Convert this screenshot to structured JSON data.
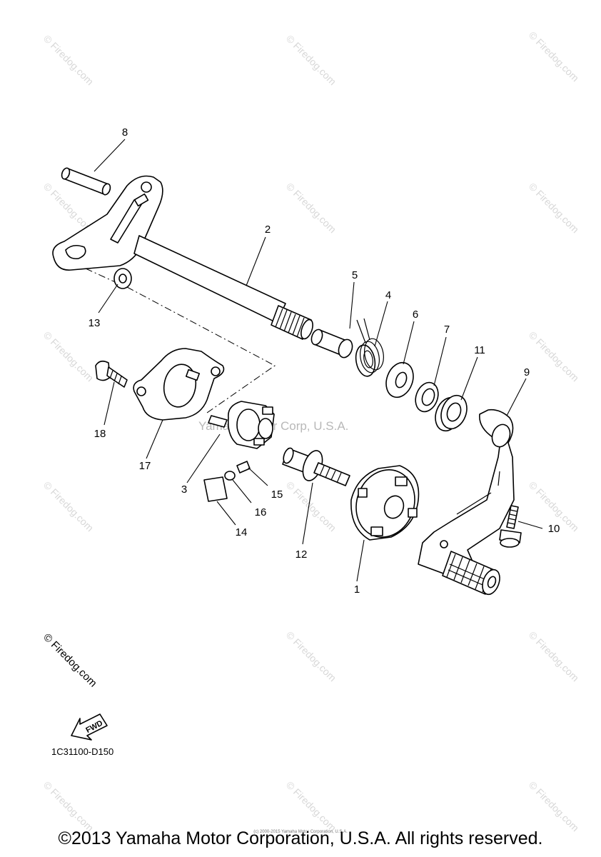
{
  "watermarks": {
    "site": "© Firedog.com",
    "corner": "© Firedog.com",
    "center": "Yamaha Motor Corp, U.S.A.",
    "credit": "(c) 2000-2015 Yamaha Motor Corporation, U.S.A."
  },
  "callouts": [
    {
      "id": "1",
      "label": "1"
    },
    {
      "id": "2",
      "label": "2"
    },
    {
      "id": "3",
      "label": "3"
    },
    {
      "id": "4",
      "label": "4"
    },
    {
      "id": "5",
      "label": "5"
    },
    {
      "id": "6",
      "label": "6"
    },
    {
      "id": "7",
      "label": "7"
    },
    {
      "id": "8",
      "label": "8"
    },
    {
      "id": "9",
      "label": "9"
    },
    {
      "id": "10",
      "label": "10"
    },
    {
      "id": "11",
      "label": "11"
    },
    {
      "id": "12",
      "label": "12"
    },
    {
      "id": "13",
      "label": "13"
    },
    {
      "id": "14",
      "label": "14"
    },
    {
      "id": "15",
      "label": "15"
    },
    {
      "id": "16",
      "label": "16"
    },
    {
      "id": "17",
      "label": "17"
    },
    {
      "id": "18",
      "label": "18"
    }
  ],
  "fwd_label": "FWD",
  "diagram_code": "1C31100-D150",
  "copyright": "©2013 Yamaha Motor Corporation, U.S.A. All rights reserved."
}
